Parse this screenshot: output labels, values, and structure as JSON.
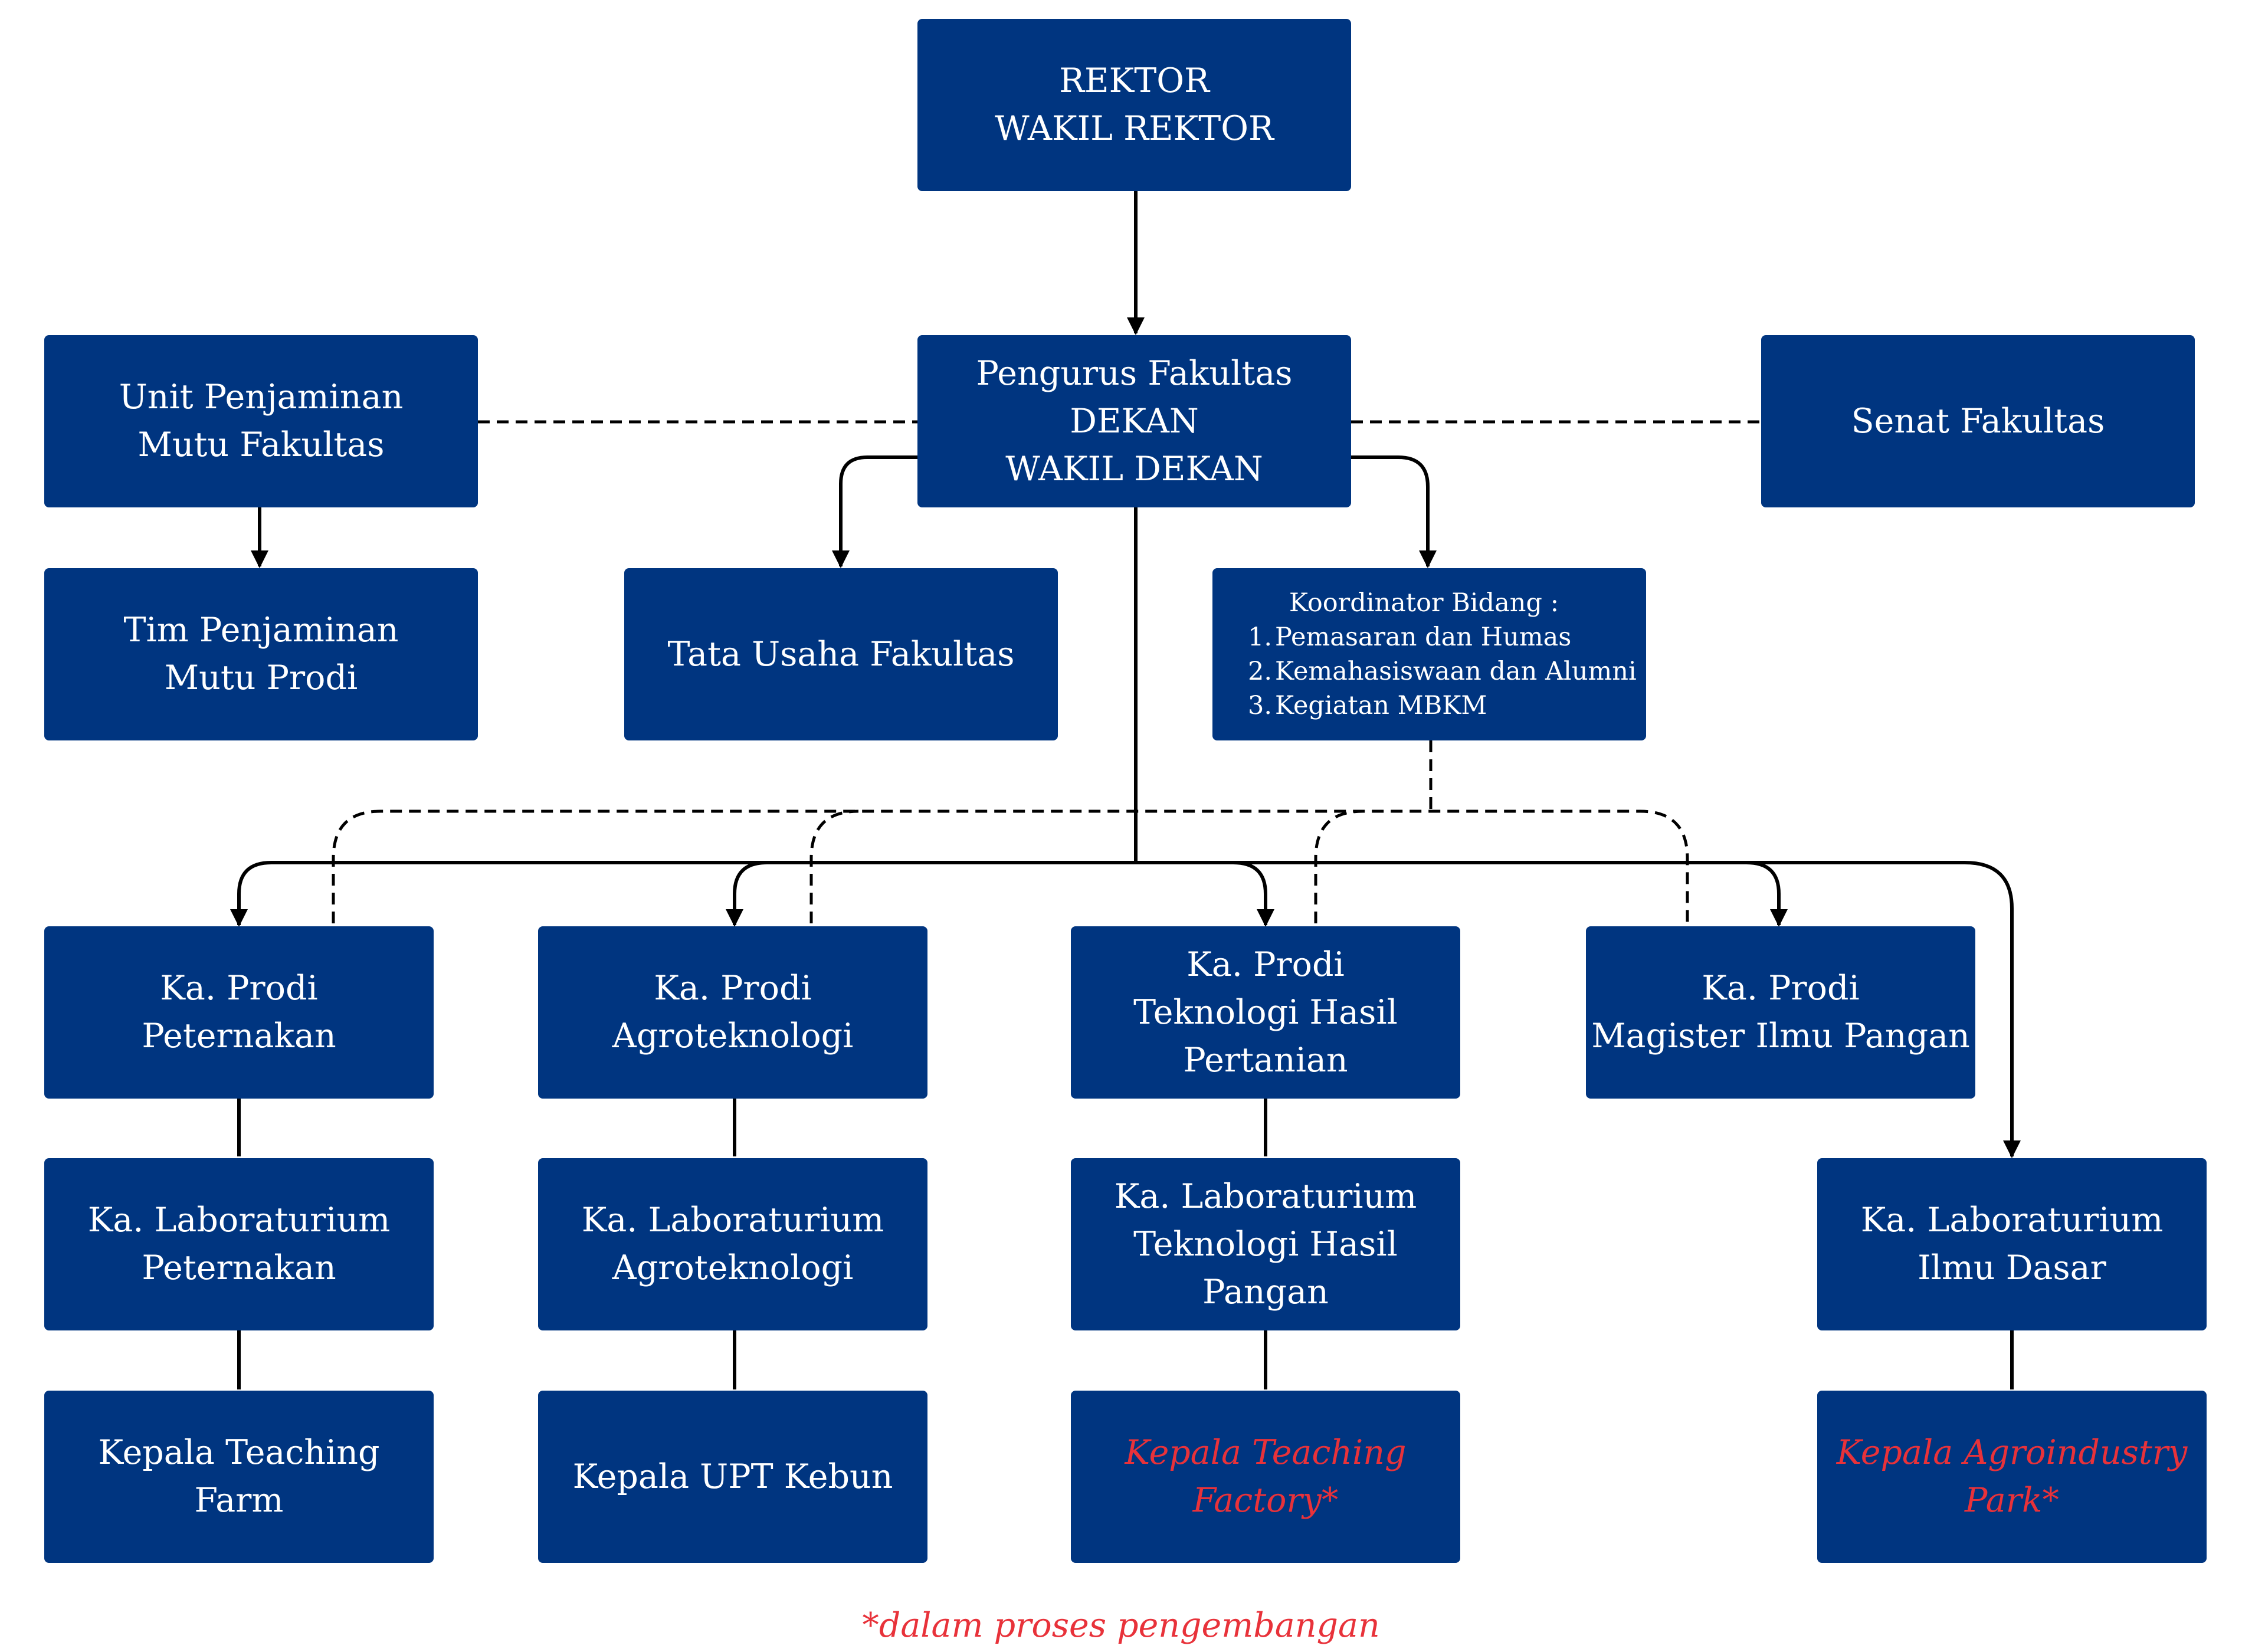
{
  "boxes": {
    "rektor": {
      "lines": [
        "REKTOR",
        "WAKIL REKTOR"
      ]
    },
    "pengurus": {
      "lines": [
        "Pengurus Fakultas",
        "DEKAN",
        "WAKIL DEKAN"
      ]
    },
    "unit_pm": {
      "lines": [
        "Unit Penjaminan",
        "Mutu Fakultas"
      ]
    },
    "senat": {
      "lines": [
        "Senat Fakultas"
      ]
    },
    "tim_pm": {
      "lines": [
        "Tim Penjaminan",
        "Mutu Prodi"
      ]
    },
    "tata_usaha": {
      "lines": [
        "Tata Usaha Fakultas"
      ]
    },
    "koordinator": {
      "title": "Koordinator Bidang :",
      "items": [
        {
          "num": "1.",
          "text": "Pemasaran dan Humas"
        },
        {
          "num": "2.",
          "text": "Kemahasiswaan dan Alumni"
        },
        {
          "num": "3.",
          "text": "Kegiatan MBKM"
        }
      ]
    },
    "prodi_peternakan": {
      "lines": [
        "Ka. Prodi",
        "Peternakan"
      ]
    },
    "prodi_agro": {
      "lines": [
        "Ka. Prodi",
        "Agroteknologi"
      ]
    },
    "prodi_thp": {
      "lines": [
        "Ka. Prodi",
        "Teknologi Hasil",
        "Pertanian"
      ]
    },
    "prodi_mip": {
      "lines": [
        "Ka. Prodi",
        "Magister Ilmu Pangan"
      ]
    },
    "lab_peternakan": {
      "lines": [
        "Ka. Laboraturium",
        "Peternakan"
      ]
    },
    "lab_agro": {
      "lines": [
        "Ka. Laboraturium",
        "Agroteknologi"
      ]
    },
    "lab_thp": {
      "lines": [
        "Ka. Laboraturium",
        "Teknologi Hasil",
        "Pangan"
      ]
    },
    "lab_ilmu_dasar": {
      "lines": [
        "Ka. Laboraturium",
        "Ilmu Dasar"
      ]
    },
    "teaching_farm": {
      "lines": [
        "Kepala Teaching",
        "Farm"
      ]
    },
    "upt_kebun": {
      "lines": [
        "Kepala UPT Kebun"
      ]
    },
    "teaching_factory": {
      "lines": [
        "Kepala Teaching",
        "Factory*"
      ]
    },
    "agroindustry_park": {
      "lines": [
        "Kepala Agroindustry",
        "Park*"
      ]
    }
  },
  "footnote": "*dalam proses pengembangan",
  "colors": {
    "box": "#003580",
    "box_text": "#ffffff",
    "highlight_text": "#e8323a",
    "line": "#000000",
    "background": "#ffffff"
  }
}
